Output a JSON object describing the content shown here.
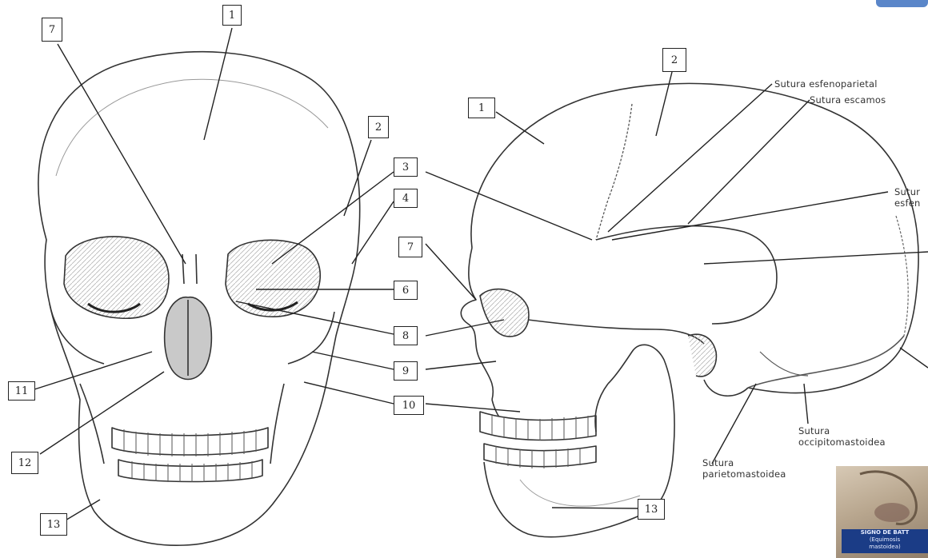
{
  "front_view": {
    "callouts": [
      "1",
      "2",
      "3",
      "4",
      "6",
      "7",
      "8",
      "9",
      "10",
      "11",
      "12",
      "13"
    ]
  },
  "lateral_view": {
    "callouts": [
      "1",
      "2",
      "7",
      "13"
    ],
    "labels": {
      "esfenoparietal": "Sutura esfenoparietal",
      "escamosa": "Sutura escamos",
      "esfeno_line1": "Sutur",
      "esfeno_line2": "esfen",
      "occipito_line1": "Sutura",
      "occipito_line2": "occipitomastoidea",
      "parieto_line1": "Sutura",
      "parieto_line2": "parietomastoidea"
    }
  },
  "inset": {
    "caption_line1": "SIGNO DE BATT",
    "caption_line2": "(Equimosis",
    "caption_line3": "mastoidea)"
  }
}
